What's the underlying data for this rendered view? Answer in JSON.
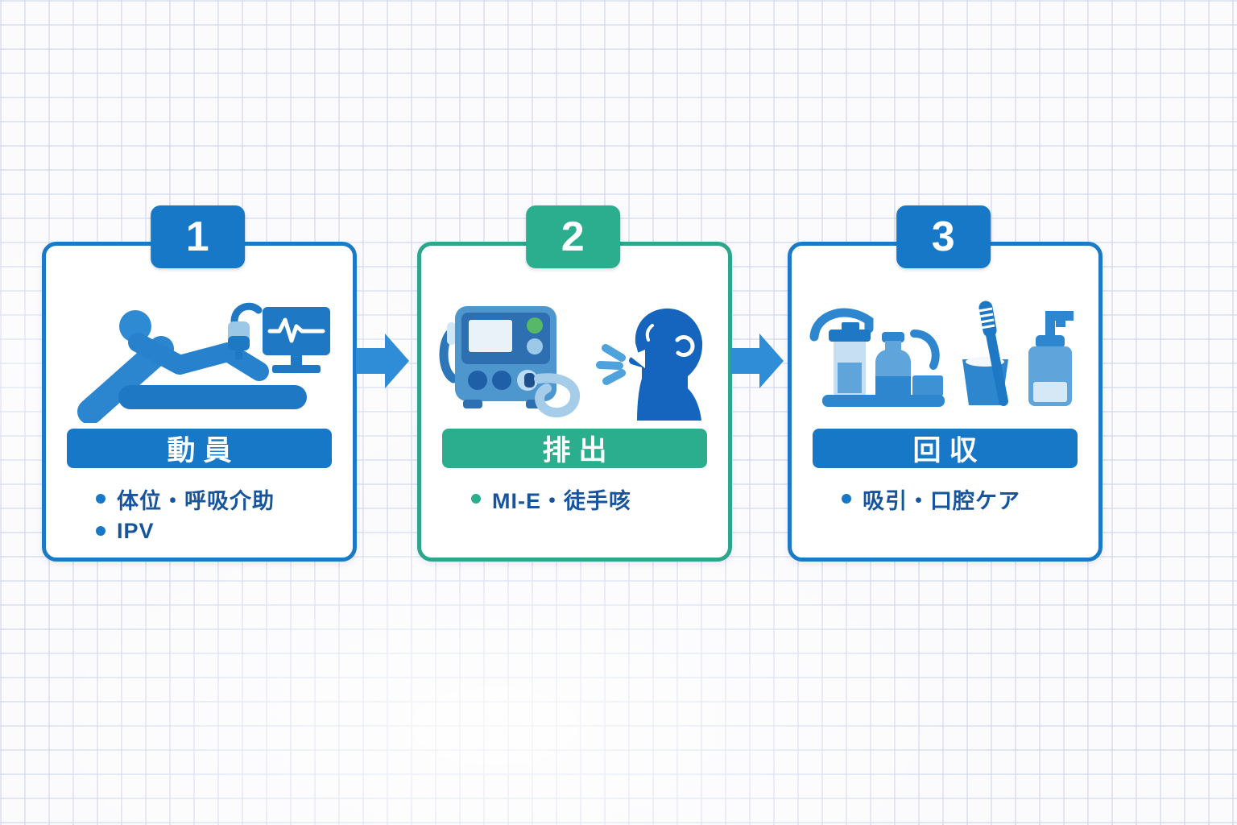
{
  "diagram": {
    "description": "three-step airway clearance flow on grid paper",
    "colors": {
      "primary_blue": "#1878C8",
      "green": "#2BAE8E",
      "arrow_blue": "#2E8DD6",
      "bullet_text_navy": "#17549E",
      "card_background": "#FFFFFF",
      "grid_line": "#E2E6F4"
    },
    "steps": [
      {
        "number": "1",
        "title": "動員",
        "accent_color": "#1878C8",
        "border_color": "#1B7AC6",
        "icon": "patient-reclining-bed-monitor-icon",
        "items": [
          "体位・呼吸介助",
          "IPV"
        ]
      },
      {
        "number": "2",
        "title": "排出",
        "accent_color": "#2BAE8E",
        "border_color": "#2EA68C",
        "icon": "mie-device-coughing-person-icon",
        "items": [
          "MI-E・徒手咳"
        ]
      },
      {
        "number": "3",
        "title": "回収",
        "accent_color": "#1878C8",
        "border_color": "#1B7AC6",
        "icon": "suction-unit-oral-care-icon",
        "items": [
          "吸引・口腔ケア"
        ]
      }
    ],
    "arrows": [
      {
        "direction": "right",
        "color": "#2E8DD6"
      },
      {
        "direction": "right",
        "color": "#2E8DD6"
      }
    ]
  }
}
